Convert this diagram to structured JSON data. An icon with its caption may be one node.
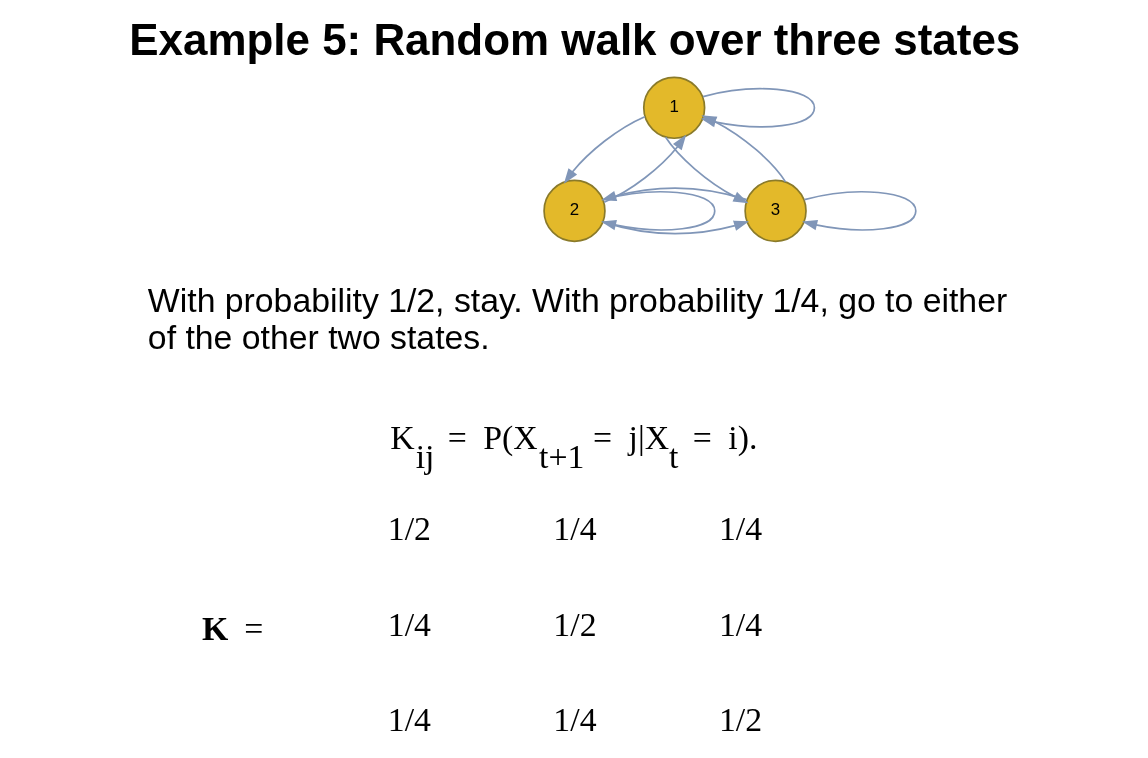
{
  "diagram": {
    "title": "Example 5: Random walk over three states",
    "nodes": [
      {
        "text": [
          "1"
        ]
      },
      {
        "text": [
          "2"
        ]
      },
      {
        "text": [
          "3"
        ]
      }
    ],
    "edges": [
      {
        "from": 0,
        "to": 0,
        "arrow": "to"
      },
      {
        "from": 0,
        "to": 1,
        "arrow": "to"
      },
      {
        "from": 1,
        "to": 0,
        "arrow": "to"
      },
      {
        "from": 0,
        "to": 2,
        "arrow": "to"
      },
      {
        "from": 2,
        "to": 0,
        "arrow": "to"
      },
      {
        "from": 1,
        "to": 2,
        "arrow": "to"
      },
      {
        "from": 2,
        "to": 1,
        "arrow": "to"
      },
      {
        "from": 1,
        "to": 1,
        "arrow": "to"
      },
      {
        "from": 2,
        "to": 2,
        "arrow": "to"
      }
    ],
    "labels": [
      "With probability 1/2, stay. With probability 1/4, go to either of the other two states.",
      "K$_{ij}$ = P(X$_{t+1}$ = j|X$_{t}$ = i).",
      "**K** =",
      "1/2",
      "1/4",
      "1/4",
      "1/4",
      "1/2",
      "1/4",
      "1/4",
      "1/4",
      "1/2"
    ]
  }
}
